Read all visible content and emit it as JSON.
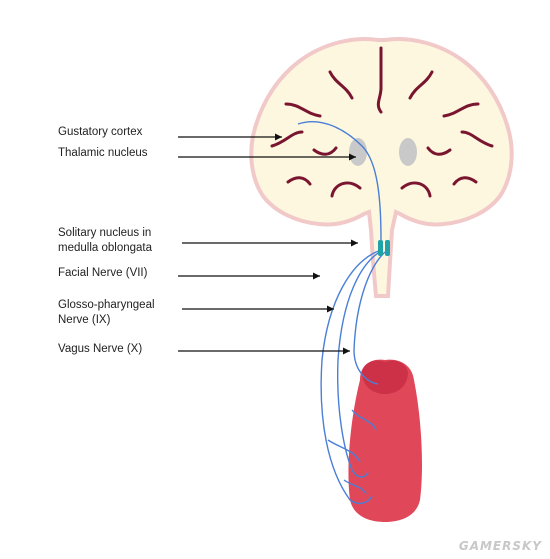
{
  "labels": {
    "gustatory_cortex": "Gustatory cortex",
    "thalamic_nucleus": "Thalamic nucleus",
    "solitary_nucleus": "Solitary nucleus in\nmedulla oblongata",
    "facial_nerve": "Facial Nerve (VII)",
    "glossopharyngeal_nerve": "Glosso-pharyngeal\nNerve (IX)",
    "vagus_nerve": "Vagus Nerve (X)"
  },
  "watermark": "GAMERSKY",
  "colors": {
    "brain_fill": "#fdf7df",
    "brain_outline": "#f2c9c9",
    "sulcus": "#7a1530",
    "thalamus": "#c9c9c9",
    "nerve": "#4a7fd6",
    "nucleus": "#1fa3a8",
    "tongue": "#e0485a",
    "tongue_tip": "#cc3148",
    "arrow": "#111111"
  }
}
